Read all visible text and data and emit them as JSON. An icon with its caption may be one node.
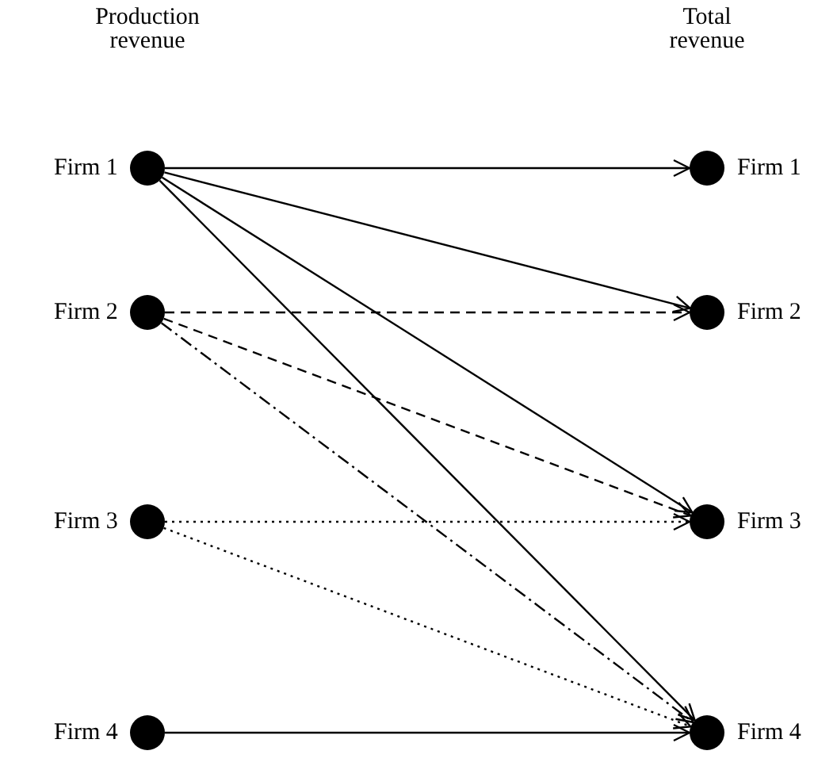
{
  "diagram": {
    "nodes": [
      {
        "text": [],
        "shape": "circle",
        "beside": [
          "Firm 1"
        ]
      },
      {
        "text": [],
        "shape": "circle",
        "beside": [
          "Firm 2"
        ]
      },
      {
        "text": [],
        "shape": "circle",
        "beside": [
          "Firm 3"
        ]
      },
      {
        "text": [],
        "shape": "circle",
        "beside": [
          "Firm 4"
        ]
      },
      {
        "text": [],
        "shape": "circle",
        "beside": [
          "Firm 1"
        ]
      },
      {
        "text": [],
        "shape": "circle",
        "beside": [
          "Firm 2"
        ]
      },
      {
        "text": [],
        "shape": "circle",
        "beside": [
          "Firm 3"
        ]
      },
      {
        "text": [],
        "shape": "circle",
        "beside": [
          "Firm 4"
        ]
      }
    ],
    "edges": [
      {
        "from": 0,
        "to": 4,
        "arrow": "to"
      },
      {
        "from": 0,
        "to": 5,
        "arrow": "to"
      },
      {
        "from": 0,
        "to": 6,
        "arrow": "to"
      },
      {
        "from": 0,
        "to": 7,
        "arrow": "to"
      },
      {
        "from": 1,
        "to": 5,
        "arrow": "to",
        "style": "dashed"
      },
      {
        "from": 1,
        "to": 6,
        "arrow": "to",
        "style": "dashed"
      },
      {
        "from": 1,
        "to": 7,
        "arrow": "to",
        "style": "dashed"
      },
      {
        "from": 2,
        "to": 6,
        "arrow": "to",
        "style": "dashed"
      },
      {
        "from": 2,
        "to": 7,
        "arrow": "to",
        "style": "dashed"
      },
      {
        "from": 3,
        "to": 7,
        "arrow": "to"
      }
    ],
    "labels": [
      "Production revenue",
      "Total revenue"
    ]
  }
}
